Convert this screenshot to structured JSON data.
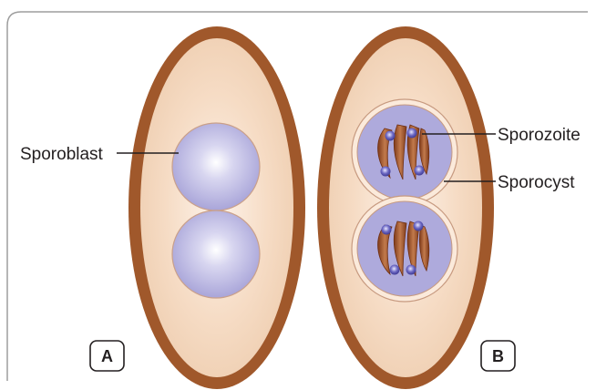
{
  "figure": {
    "labels": {
      "sporoblast": "Sporoblast",
      "sporozoite": "Sporozoite",
      "sporocyst": "Sporocyst"
    },
    "panels": {
      "a": "A",
      "b": "B"
    }
  },
  "colors": {
    "oocyst_wall": "#a0582b",
    "oocyst_fill": "#f4d7bd",
    "oocyst_center": "#fbeee2",
    "sporoblast": "#b3b0e0",
    "sporocyst_fill": "#aeaadc",
    "sporozoite": "#9c4f27",
    "nucleus": "#5a56b5",
    "frame": "#9d9d9d",
    "text": "#231f20"
  }
}
